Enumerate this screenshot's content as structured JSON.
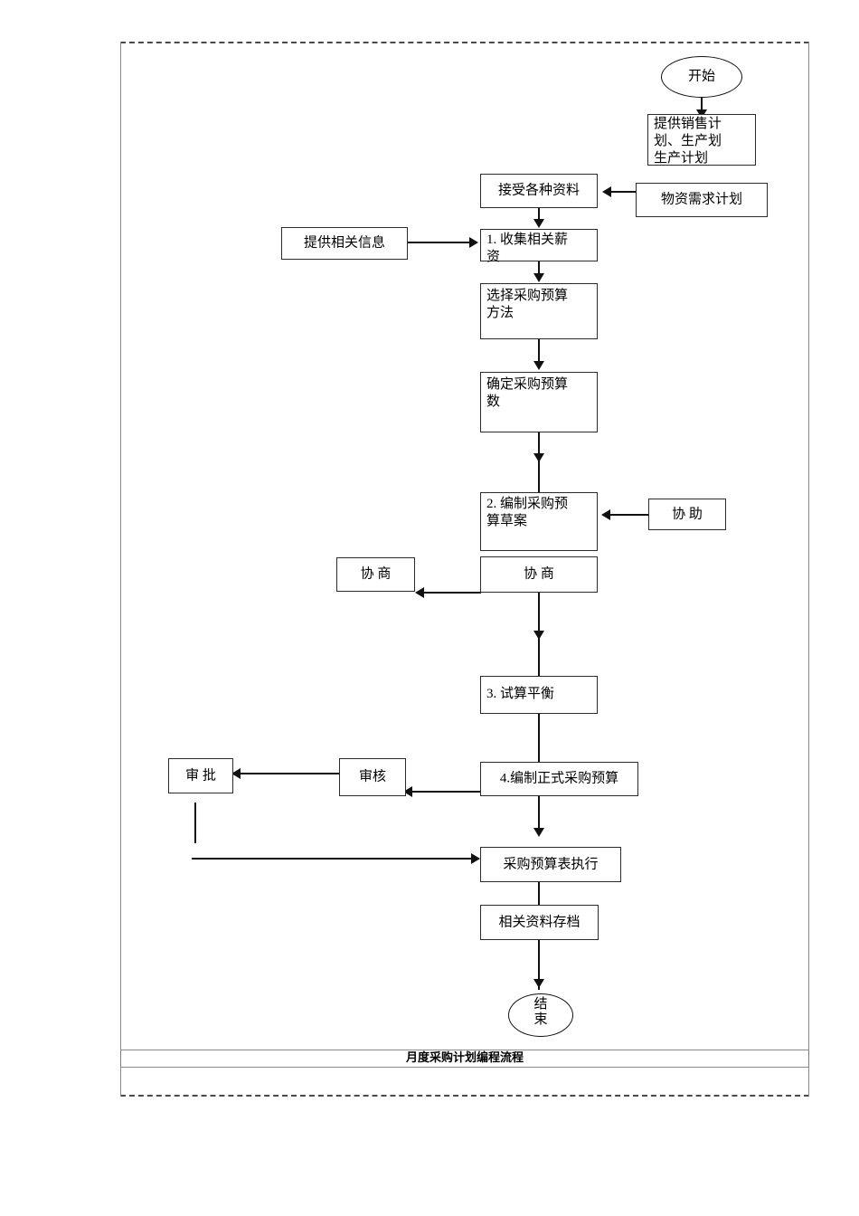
{
  "caption": "月度采购计划编程流程",
  "chart_data": {
    "type": "diagram",
    "title": "月度采购计划编程流程",
    "nodes": [
      {
        "id": "start",
        "label": "开始",
        "shape": "ellipse"
      },
      {
        "id": "sales_plan",
        "label": "提供销售计划、生产划生产计划",
        "shape": "rect"
      },
      {
        "id": "receive",
        "label": "接受各种资料",
        "shape": "rect"
      },
      {
        "id": "material_req",
        "label": "物资需求计划",
        "shape": "rect"
      },
      {
        "id": "provide_info",
        "label": "提供相关信息",
        "shape": "rect"
      },
      {
        "id": "step1",
        "label": "1. 收集相关薪资",
        "shape": "rect"
      },
      {
        "id": "choose",
        "label": "选择采购预算方法",
        "shape": "rect"
      },
      {
        "id": "determine",
        "label": "确定采购预算数",
        "shape": "rect"
      },
      {
        "id": "step2",
        "label": "2. 编制采购预算草案",
        "shape": "rect"
      },
      {
        "id": "assist",
        "label": "协    助",
        "shape": "rect"
      },
      {
        "id": "negotiate_in",
        "label": "协   商",
        "shape": "rect"
      },
      {
        "id": "negotiate_out",
        "label": "协   商",
        "shape": "rect"
      },
      {
        "id": "step3",
        "label": "3. 试算平衡",
        "shape": "rect"
      },
      {
        "id": "step4",
        "label": "4.编制正式采购预算",
        "shape": "rect"
      },
      {
        "id": "review",
        "label": "审核",
        "shape": "rect"
      },
      {
        "id": "approve",
        "label": "审   批",
        "shape": "rect"
      },
      {
        "id": "execute",
        "label": "采购预算表执行",
        "shape": "rect"
      },
      {
        "id": "archive",
        "label": "相关资料存档",
        "shape": "rect"
      },
      {
        "id": "end",
        "label": "结束",
        "shape": "ellipse"
      }
    ],
    "edges": [
      {
        "from": "start",
        "to": "sales_plan",
        "dir": "down"
      },
      {
        "from": "sales_plan",
        "to": "receive",
        "dir": "down"
      },
      {
        "from": "material_req",
        "to": "receive",
        "dir": "left"
      },
      {
        "from": "receive",
        "to": "step1",
        "dir": "down"
      },
      {
        "from": "provide_info",
        "to": "step1",
        "dir": "right"
      },
      {
        "from": "step1",
        "to": "choose",
        "dir": "down"
      },
      {
        "from": "choose",
        "to": "determine",
        "dir": "down"
      },
      {
        "from": "determine",
        "to": "step2",
        "dir": "down"
      },
      {
        "from": "assist",
        "to": "step2",
        "dir": "left"
      },
      {
        "from": "negotiate_in",
        "to": "negotiate_out",
        "dir": "left"
      },
      {
        "from": "step2",
        "to": "step3",
        "dir": "down"
      },
      {
        "from": "step3",
        "to": "step4",
        "dir": "down"
      },
      {
        "from": "step4",
        "to": "review",
        "dir": "left"
      },
      {
        "from": "review",
        "to": "approve",
        "dir": "left"
      },
      {
        "from": "step4",
        "to": "execute",
        "dir": "down"
      },
      {
        "from": "approve",
        "to": "execute",
        "dir": "right"
      },
      {
        "from": "execute",
        "to": "archive",
        "dir": "down"
      },
      {
        "from": "archive",
        "to": "end",
        "dir": "down"
      }
    ]
  },
  "labels": {
    "start": "开始",
    "sales_plan": "提供销售计\n划、生产划\n生产计划",
    "receive": "接受各种资料",
    "material_req": "物资需求计划",
    "provide_info": "提供相关信息",
    "step1": "1. 收集相关薪\n资",
    "choose": "选择采购预算\n方法",
    "determine": "确定采购预算\n数",
    "step2": "2. 编制采购预\n算草案",
    "assist": "协    助",
    "negotiate_in": "协   商",
    "negotiate_out": "协   商",
    "step3": "3. 试算平衡",
    "step4": "4.编制正式采购预算",
    "review": "审核",
    "approve": "审   批",
    "execute": "采购预算表执行",
    "archive": "相关资料存档",
    "end": "结束"
  }
}
